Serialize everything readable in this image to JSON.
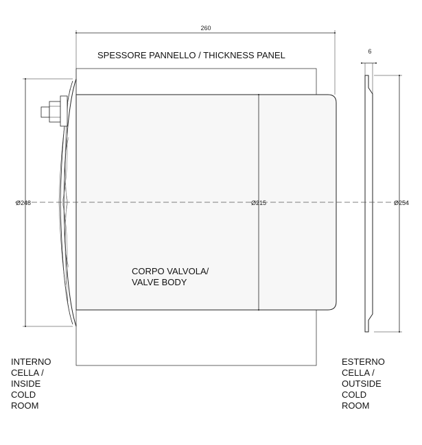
{
  "diagram": {
    "panel_label": "SPESSORE PANNELLO / THICKNESS PANEL",
    "body_label_line1": "CORPO VALVOLA/",
    "body_label_line2": "VALVE BODY",
    "dims": {
      "overall_length": "260",
      "plate_thickness": "6",
      "flange_diameter": "Ø248",
      "body_diameter": "Ø215",
      "plate_diameter": "Ø254"
    },
    "inside_label": [
      "INTERNO",
      "CELLA /",
      "INSIDE",
      "COLD",
      "ROOM"
    ],
    "outside_label": [
      "ESTERNO",
      "CELLA /",
      "OUTSIDE",
      "COLD",
      "ROOM"
    ],
    "colors": {
      "line": "#222222",
      "body_fill": "#f7f7f7",
      "center_line": "#555555"
    }
  }
}
